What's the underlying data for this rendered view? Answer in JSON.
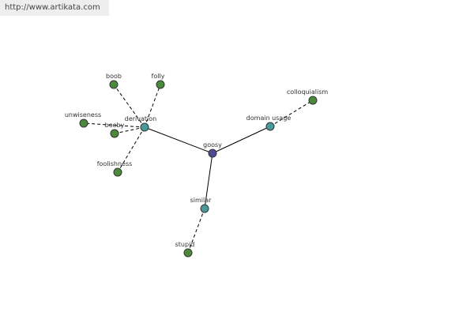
{
  "banner": {
    "url_text": "http://www.artikata.com"
  },
  "colors": {
    "center": "#4a4a96",
    "category": "#4a9a9a",
    "word": "#4a8a3a"
  },
  "graph": {
    "nodes": [
      {
        "id": "goosy",
        "label": "goosy",
        "kind": "center"
      },
      {
        "id": "derivation",
        "label": "derivation",
        "kind": "category"
      },
      {
        "id": "domain-usage",
        "label": "domain usage",
        "kind": "category"
      },
      {
        "id": "similar",
        "label": "similar",
        "kind": "category"
      },
      {
        "id": "boob",
        "label": "boob",
        "kind": "word"
      },
      {
        "id": "folly",
        "label": "folly",
        "kind": "word"
      },
      {
        "id": "unwiseness",
        "label": "unwiseness",
        "kind": "word"
      },
      {
        "id": "booby",
        "label": "booby",
        "kind": "word"
      },
      {
        "id": "foolishness",
        "label": "foolishness",
        "kind": "word"
      },
      {
        "id": "colloquialism",
        "label": "colloquialism",
        "kind": "word"
      },
      {
        "id": "stupid",
        "label": "stupid",
        "kind": "word"
      }
    ],
    "edges": [
      {
        "from": "goosy",
        "to": "derivation",
        "style": "solid"
      },
      {
        "from": "goosy",
        "to": "domain-usage",
        "style": "solid"
      },
      {
        "from": "goosy",
        "to": "similar",
        "style": "solid"
      },
      {
        "from": "derivation",
        "to": "boob",
        "style": "dashed"
      },
      {
        "from": "derivation",
        "to": "folly",
        "style": "dashed"
      },
      {
        "from": "derivation",
        "to": "unwiseness",
        "style": "dashed"
      },
      {
        "from": "derivation",
        "to": "booby",
        "style": "dashed"
      },
      {
        "from": "derivation",
        "to": "foolishness",
        "style": "dashed"
      },
      {
        "from": "domain-usage",
        "to": "colloquialism",
        "style": "dashed"
      },
      {
        "from": "similar",
        "to": "stupid",
        "style": "dashed"
      }
    ]
  }
}
